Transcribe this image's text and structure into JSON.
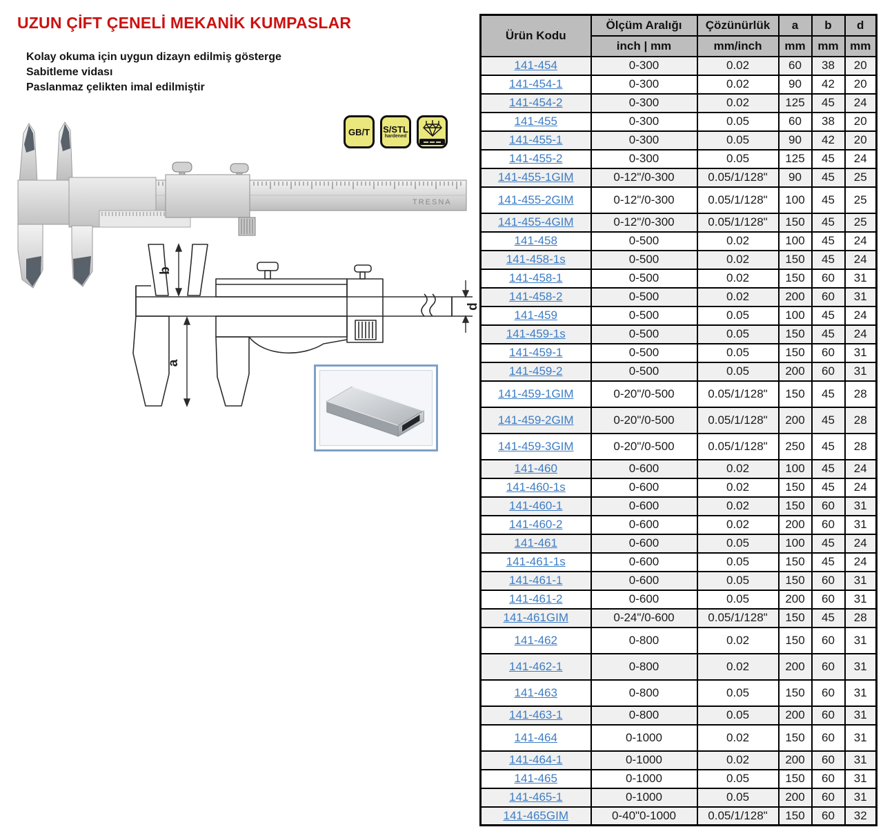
{
  "page": {
    "title": "UZUN ÇİFT ÇENELİ MEKANİK KUMPASLAR",
    "features": [
      "Kolay okuma için uygun dizayn edilmiş  gösterge",
      "Sabitleme vidası",
      "Paslanmaz çelikten imal edilmiştir"
    ],
    "brand": "TRESNA",
    "badges": [
      {
        "label": "GB/T",
        "sublabel": ""
      },
      {
        "label": "S/STL",
        "sublabel": "hardened"
      },
      {
        "label": "",
        "sublabel": "",
        "icon": "diamond-icon"
      }
    ],
    "drawing_labels": {
      "a": "a",
      "b": "b",
      "d": "d"
    }
  },
  "table": {
    "headers": {
      "product_code": "Ürün Kodu",
      "range": "Ölçüm Aralığı",
      "range_unit": "inch | mm",
      "resolution": "Çözünürlük",
      "resolution_unit": "mm/inch",
      "a": "a",
      "b": "b",
      "d": "d",
      "unit_mm": "mm"
    },
    "rows": [
      {
        "code": "141-454",
        "range": "0-300",
        "resolution": "0.02",
        "a": "60",
        "b": "38",
        "d": "20"
      },
      {
        "code": "141-454-1",
        "range": "0-300",
        "resolution": "0.02",
        "a": "90",
        "b": "42",
        "d": "20"
      },
      {
        "code": "141-454-2",
        "range": "0-300",
        "resolution": "0.02",
        "a": "125",
        "b": "45",
        "d": "24"
      },
      {
        "code": "141-455",
        "range": "0-300",
        "resolution": "0.05",
        "a": "60",
        "b": "38",
        "d": "20"
      },
      {
        "code": "141-455-1",
        "range": "0-300",
        "resolution": "0.05",
        "a": "90",
        "b": "42",
        "d": "20"
      },
      {
        "code": "141-455-2",
        "range": "0-300",
        "resolution": "0.05",
        "a": "125",
        "b": "45",
        "d": "24"
      },
      {
        "code": "141-455-1GIM",
        "range": "0-12\"/0-300",
        "resolution": "0.05/1/128\"",
        "a": "90",
        "b": "45",
        "d": "25"
      },
      {
        "code": "141-455-2GIM",
        "range": "0-12\"/0-300",
        "resolution": "0.05/1/128\"",
        "a": "100",
        "b": "45",
        "d": "25"
      },
      {
        "code": "141-455-4GIM",
        "range": "0-12\"/0-300",
        "resolution": "0.05/1/128\"",
        "a": "150",
        "b": "45",
        "d": "25"
      },
      {
        "code": "141-458",
        "range": "0-500",
        "resolution": "0.02",
        "a": "100",
        "b": "45",
        "d": "24"
      },
      {
        "code": "141-458-1s",
        "range": "0-500",
        "resolution": "0.02",
        "a": "150",
        "b": "45",
        "d": "24"
      },
      {
        "code": "141-458-1",
        "range": "0-500",
        "resolution": "0.02",
        "a": "150",
        "b": "60",
        "d": "31"
      },
      {
        "code": "141-458-2",
        "range": "0-500",
        "resolution": "0.02",
        "a": "200",
        "b": "60",
        "d": "31"
      },
      {
        "code": "141-459",
        "range": "0-500",
        "resolution": "0.05",
        "a": "100",
        "b": "45",
        "d": "24"
      },
      {
        "code": "141-459-1s",
        "range": "0-500",
        "resolution": "0.05",
        "a": "150",
        "b": "45",
        "d": "24"
      },
      {
        "code": "141-459-1",
        "range": "0-500",
        "resolution": "0.05",
        "a": "150",
        "b": "60",
        "d": "31"
      },
      {
        "code": "141-459-2",
        "range": "0-500",
        "resolution": "0.05",
        "a": "200",
        "b": "60",
        "d": "31"
      },
      {
        "code": "141-459-1GIM",
        "range": "0-20\"/0-500",
        "resolution": "0.05/1/128\"",
        "a": "150",
        "b": "45",
        "d": "28"
      },
      {
        "code": "141-459-2GIM",
        "range": "0-20\"/0-500",
        "resolution": "0.05/1/128\"",
        "a": "200",
        "b": "45",
        "d": "28"
      },
      {
        "code": "141-459-3GIM",
        "range": "0-20\"/0-500",
        "resolution": "0.05/1/128\"",
        "a": "250",
        "b": "45",
        "d": "28"
      },
      {
        "code": "141-460",
        "range": "0-600",
        "resolution": "0.02",
        "a": "100",
        "b": "45",
        "d": "24"
      },
      {
        "code": "141-460-1s",
        "range": "0-600",
        "resolution": "0.02",
        "a": "150",
        "b": "45",
        "d": "24"
      },
      {
        "code": "141-460-1",
        "range": "0-600",
        "resolution": "0.02",
        "a": "150",
        "b": "60",
        "d": "31"
      },
      {
        "code": "141-460-2",
        "range": "0-600",
        "resolution": "0.02",
        "a": "200",
        "b": "60",
        "d": "31"
      },
      {
        "code": "141-461",
        "range": "0-600",
        "resolution": "0.05",
        "a": "100",
        "b": "45",
        "d": "24"
      },
      {
        "code": "141-461-1s",
        "range": "0-600",
        "resolution": "0.05",
        "a": "150",
        "b": "45",
        "d": "24"
      },
      {
        "code": "141-461-1",
        "range": "0-600",
        "resolution": "0.05",
        "a": "150",
        "b": "60",
        "d": "31"
      },
      {
        "code": "141-461-2",
        "range": "0-600",
        "resolution": "0.05",
        "a": "200",
        "b": "60",
        "d": "31"
      },
      {
        "code": "141-461GIM",
        "range": "0-24\"/0-600",
        "resolution": "0.05/1/128\"",
        "a": "150",
        "b": "45",
        "d": "28"
      },
      {
        "code": "141-462",
        "range": "0-800",
        "resolution": "0.02",
        "a": "150",
        "b": "60",
        "d": "31"
      },
      {
        "code": "141-462-1",
        "range": "0-800",
        "resolution": "0.02",
        "a": "200",
        "b": "60",
        "d": "31"
      },
      {
        "code": "141-463",
        "range": "0-800",
        "resolution": "0.05",
        "a": "150",
        "b": "60",
        "d": "31"
      },
      {
        "code": "141-463-1",
        "range": "0-800",
        "resolution": "0.05",
        "a": "200",
        "b": "60",
        "d": "31"
      },
      {
        "code": "141-464",
        "range": "0-1000",
        "resolution": "0.02",
        "a": "150",
        "b": "60",
        "d": "31"
      },
      {
        "code": "141-464-1",
        "range": "0-1000",
        "resolution": "0.02",
        "a": "200",
        "b": "60",
        "d": "31"
      },
      {
        "code": "141-465",
        "range": "0-1000",
        "resolution": "0.05",
        "a": "150",
        "b": "60",
        "d": "31"
      },
      {
        "code": "141-465-1",
        "range": "0-1000",
        "resolution": "0.05",
        "a": "200",
        "b": "60",
        "d": "31"
      },
      {
        "code": "141-465GIM",
        "range": "0-40\"0-1000",
        "resolution": "0.05/1/128\"",
        "a": "150",
        "b": "60",
        "d": "32"
      }
    ]
  },
  "colors": {
    "title_red": "#cc1111",
    "header_gray": "#bdbdbd",
    "stripe_gray": "#f0f0f0",
    "link_blue": "#3d7dc4",
    "badge_yellow": "#eae77d",
    "inset_frame_blue": "#7da0c8"
  }
}
